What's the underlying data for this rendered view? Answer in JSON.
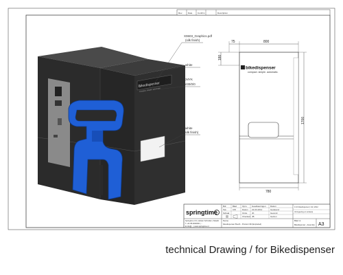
{
  "header": {
    "cols": [
      "Rev.",
      "Date",
      "Confirm",
      "Description"
    ]
  },
  "annotations": {
    "graphics_file": "X0603_Graphics.pdf",
    "graphics_finish": "(silk finish)",
    "white_label": "white",
    "cmyk_label": "CMYK",
    "cmyk_code": "75/30/0/0",
    "white2_label": "white",
    "white2_finish": "(silk finish)"
  },
  "front_view": {
    "brand": "bikedispenser",
    "tagline": "compact. simple. automatic.",
    "dim_top_left": "75",
    "dim_top_right": "800",
    "dim_left": "180",
    "dim_right": "1700",
    "dim_bottom": "780"
  },
  "model": {
    "logo_text": "Bikedispenser",
    "logo_sub": "compact. simple. automatic."
  },
  "title_block": {
    "brand": "springtime",
    "company_lines": [
      "Springtime 3.0 | Holster Schindler | Sittardt",
      "T +31 88 0000000 | ...",
      "E info@... | www.springtime.nl"
    ],
    "row1": [
      "Bdr",
      "Blad",
      "Opm.",
      "Goedkeuringen",
      "Datum"
    ],
    "row2": [
      "Tek.",
      "CW",
      "Datum",
      "22-03-2012",
      "Getekend"
    ],
    "row3": [
      "Schaal",
      "",
      "Ontw.",
      "JK",
      "Gecontr."
    ],
    "row4": [
      "Checked",
      "JB",
      "Gezien"
    ],
    "name_label": "Name",
    "name_value": "bikedispenser Booth - Product 3D (Exploded)",
    "right_top": "1:10 bikedispenser | A3 | 2012",
    "right_mid": "Vormgeving en ontwerp",
    "sheet_label": "Blad nr",
    "sheet_value": "Bikedispenser - Assembly",
    "format": "A3"
  },
  "caption": "technical Drawing / for Bikedispenser",
  "colors": {
    "booth_dark": "#2b2b2b",
    "handle_blue": "#1f5fd6",
    "line": "#333333"
  }
}
